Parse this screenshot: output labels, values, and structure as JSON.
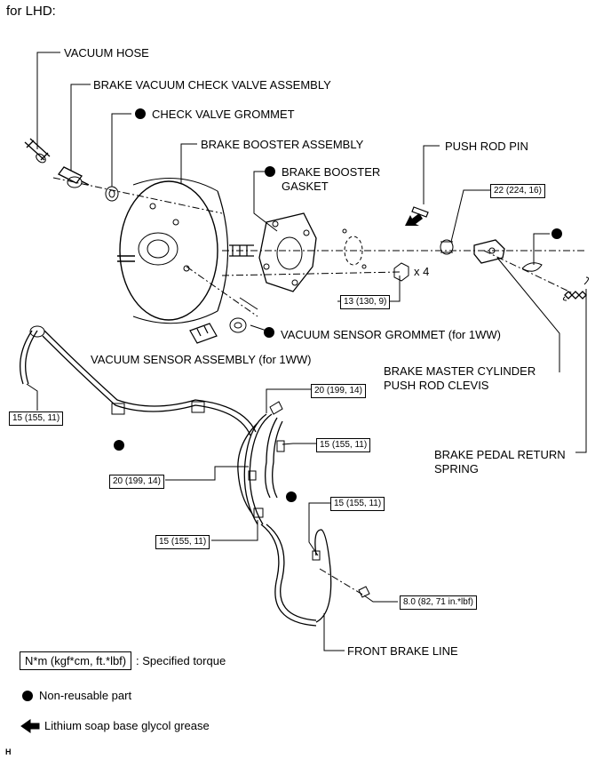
{
  "header": {
    "title": "for LHD:"
  },
  "labels": {
    "vacuum_hose": "VACUUM HOSE",
    "check_valve_assy": "BRAKE VACUUM CHECK VALVE ASSEMBLY",
    "check_valve_grommet": "CHECK VALVE GROMMET",
    "booster_assy": "BRAKE BOOSTER ASSEMBLY",
    "booster_gasket_1": "BRAKE BOOSTER",
    "booster_gasket_2": "GASKET",
    "push_rod_pin": "PUSH ROD PIN",
    "vacuum_sensor_grommet": "VACUUM SENSOR GROMMET (for 1WW)",
    "vacuum_sensor_assy": "VACUUM SENSOR ASSEMBLY (for 1WW)",
    "clevis_1": "BRAKE MASTER CYLINDER",
    "clevis_2": "PUSH ROD CLEVIS",
    "return_spring_1": "BRAKE PEDAL RETURN",
    "return_spring_2": "SPRING",
    "front_brake_line": "FRONT BRAKE LINE",
    "x4": "x 4"
  },
  "torques": {
    "t_22": "22 (224, 16)",
    "t_13": "13 (130, 9)",
    "t_15_left": "15 (155, 11)",
    "t_20_top": "20 (199, 14)",
    "t_15_mid": "15 (155, 11)",
    "t_20_left": "20 (199, 14)",
    "t_15_right": "15 (155, 11)",
    "t_15_bottom": "15 (155, 11)",
    "t_8": "8.0 (82, 71 in.*lbf)"
  },
  "legend": {
    "torque_box": "N*m (kgf*cm, ft.*lbf)",
    "torque_text": ": Specified torque",
    "nonreusable": "Non-reusable part",
    "grease": "Lithium soap base glycol grease"
  },
  "footer": {
    "code": "H"
  }
}
